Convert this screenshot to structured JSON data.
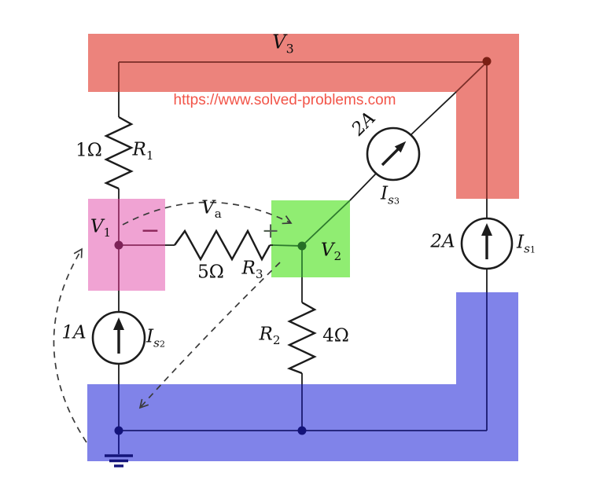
{
  "watermark": "https://www.solved-problems.com",
  "colors": {
    "region_red": "#ec837c",
    "region_blue": "#8083e9",
    "region_pink": "#f0a3d3",
    "region_green": "#90ed72",
    "wire": "#1c1c1c",
    "wire_in_red": "#7a2e28",
    "wire_in_blue": "#1a1a70",
    "wire_in_pink": "#8b2b5e",
    "wire_in_green": "#2d7a2d",
    "node_v1": "#7c2257",
    "node_v2": "#266e26",
    "node_v3": "#7a1f14",
    "node_gnd": "#14147a",
    "dashed": "#3a3a3a",
    "watermark": "#f25549",
    "plus": "#546052",
    "minus": "#8b2558",
    "text": "#111111"
  },
  "labels": {
    "v3": {
      "base": "V",
      "sub": "3"
    },
    "v1": {
      "base": "V",
      "sub": "1"
    },
    "v2": {
      "base": "V",
      "sub": "2"
    },
    "va": {
      "base": "V",
      "sub": "a"
    },
    "minus_sign": "−",
    "plus_sign": "+",
    "r1": {
      "name_base": "R",
      "name_sub": "1",
      "value": "1Ω"
    },
    "r2": {
      "name_base": "R",
      "name_sub": "2",
      "value": "4Ω"
    },
    "r3": {
      "name_base": "R",
      "name_sub": "3",
      "value": "5Ω"
    },
    "is1": {
      "name_base": "I",
      "name_sub": "s",
      "name_subsub": "1",
      "value": "2A"
    },
    "is2": {
      "name_base": "I",
      "name_sub": "s",
      "name_subsub": "2",
      "value": "1A"
    },
    "is3": {
      "name_base": "I",
      "name_sub": "s",
      "name_subsub": "3",
      "value": "2A"
    }
  }
}
